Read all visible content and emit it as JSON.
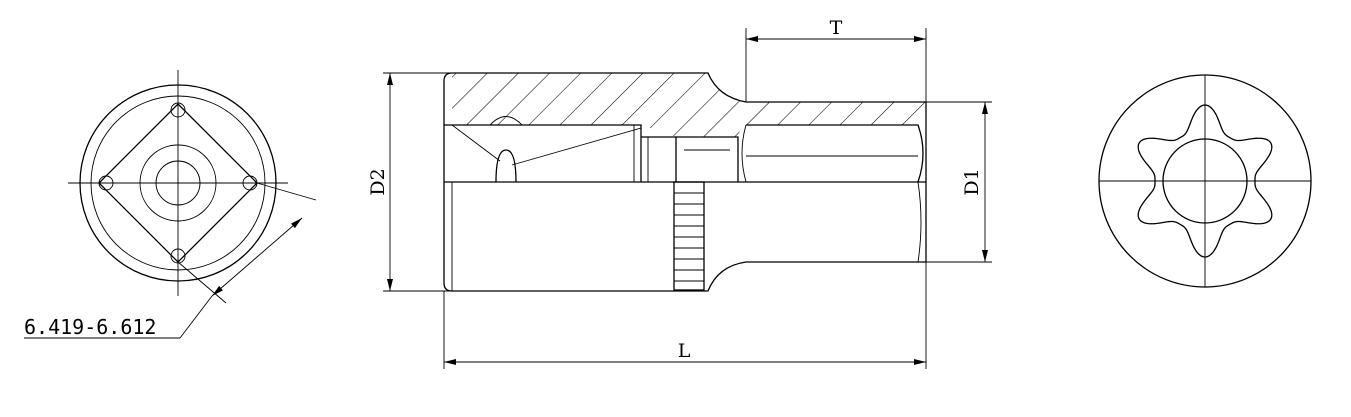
{
  "labels": {
    "tolerance": "6.419-6.612",
    "length": "L",
    "drive_depth": "T",
    "outer_diameter_left": "D2",
    "outer_diameter_right": "D1"
  }
}
